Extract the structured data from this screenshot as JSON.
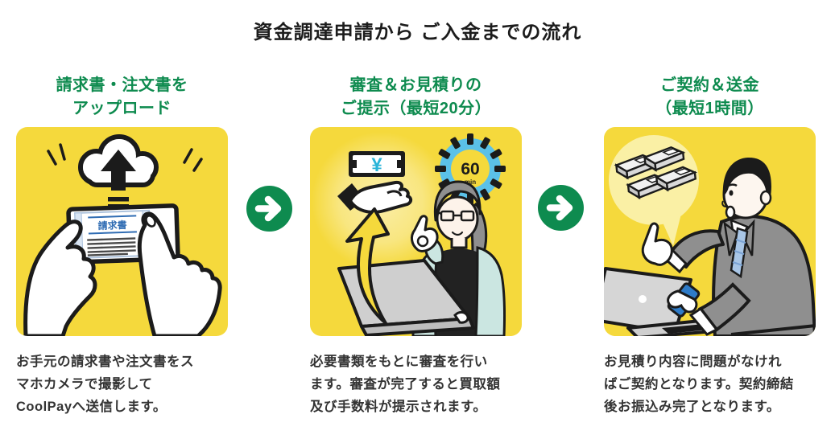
{
  "title": "資金調達申請から ご入金までの流れ",
  "colors": {
    "accent_green": "#0E8B4F",
    "card_yellow": "#F5D93C",
    "bubble_light_yellow": "#FAF0A5",
    "timer_blue": "#5BC1E8",
    "yen_cyan": "#29B4D8",
    "suit_gray": "#8F8F8F",
    "cardigan_teal": "#CBE6E1",
    "tie_blue": "#A9C6E6",
    "phone_blue": "#2E7BC8",
    "heading_text": "#0E8B4F",
    "body_text": "#333333",
    "title_text": "#1C1C1C"
  },
  "flow_arrows": {
    "icon": "arrow-right-circle-icon",
    "count": 2,
    "color": "#0E8B4F"
  },
  "steps": [
    {
      "heading": "請求書・注文書を\nアップロード",
      "description": "お手元の請求書や注文書をス\nマホカメラで撮影して\nCoolPayへ送信します。",
      "illustration": {
        "name": "upload-invoice-photo",
        "icons": [
          "cloud-upload-icon",
          "smartphone-icon",
          "holding-hands"
        ],
        "document_label": "請求書"
      }
    },
    {
      "heading": "審査＆お見積りの\nご提示（最短20分）",
      "description": "必要書類をもとに審査を行い\nます。審査が完了すると買取額\n及び手数料が提示されます。",
      "illustration": {
        "name": "review-and-quote",
        "icons": [
          "yen-banknote-icon",
          "offering-hand-icon",
          "timer-icon",
          "up-arrow-icon",
          "woman-at-laptop"
        ],
        "currency_symbol": "¥",
        "timer_value": "60",
        "timer_unit": "min"
      }
    },
    {
      "heading": "ご契約＆送金\n（最短1時間）",
      "description": "お見積り内容に問題がなけれ\nばご契約となります。契約締結\n後お振込み完了となります。",
      "illustration": {
        "name": "contract-and-remittance",
        "icons": [
          "money-stacks-icon",
          "speech-bubble",
          "businessman-with-phone",
          "laptop-icon"
        ]
      }
    }
  ]
}
